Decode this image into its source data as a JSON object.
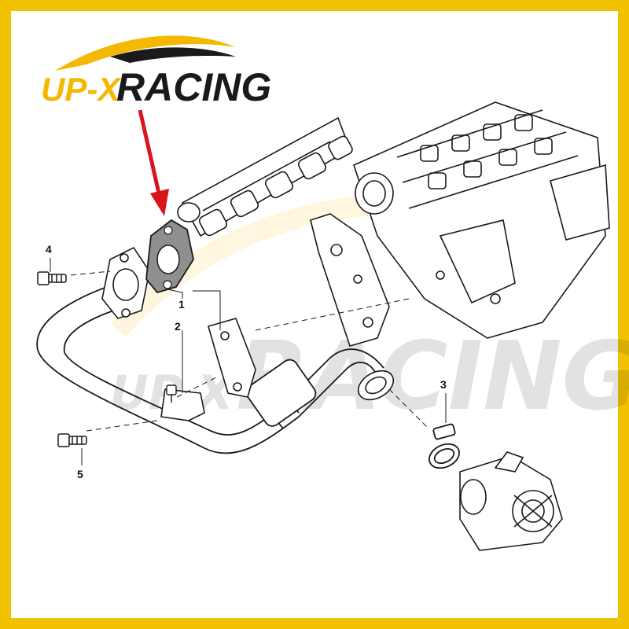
{
  "logo": {
    "prefix": "UP-X",
    "suffix": "RACING"
  },
  "watermark": {
    "prefix": "UP-X",
    "suffix": "RACING"
  },
  "callouts": [
    {
      "number": "1"
    },
    {
      "number": "2"
    },
    {
      "number": "3"
    },
    {
      "number": "4"
    },
    {
      "number": "5"
    }
  ],
  "colors": {
    "border": "#f2c200",
    "logo_yellow": "#f5b800",
    "logo_dark": "#1a1a1a",
    "arrow": "#d9151b",
    "gasket_fill": "#8f8f8f",
    "line": "#1a1a1a"
  }
}
